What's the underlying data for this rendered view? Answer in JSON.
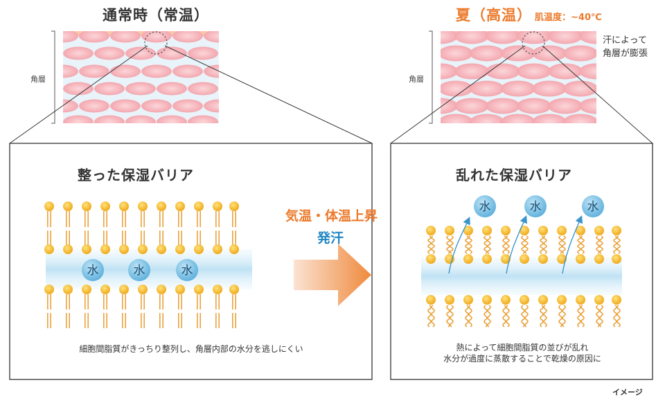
{
  "left_title": "通常時（常温）",
  "right_title": "夏（高温）",
  "right_subtitle": "肌温度：~40℃",
  "layer_label_left": "角層",
  "layer_label_right": "角層",
  "right_note_line1": "汗によって",
  "right_note_line2": "角層が膨張",
  "left_box_title": "整った保湿バリア",
  "right_box_title": "乱れた保湿バリア",
  "middle_label_1": "気温・体温上昇",
  "middle_label_2": "発汗",
  "water_label": "水",
  "left_caption": "細胞間脂質がきっちり整列し、角層内部の水分を逃しにくい",
  "right_caption_line1": "熱によって細胞間脂質の並びが乱れ",
  "right_caption_line2": "水分が過度に蒸散することで乾燥の原因に",
  "footer_note": "イメージ",
  "colors": {
    "accent_orange": "#ec7a2c",
    "accent_blue": "#1f86c2",
    "lipid_head": "#f2b21c",
    "skin_cell": "#f5b9bf",
    "water": "#7cc1e6"
  }
}
